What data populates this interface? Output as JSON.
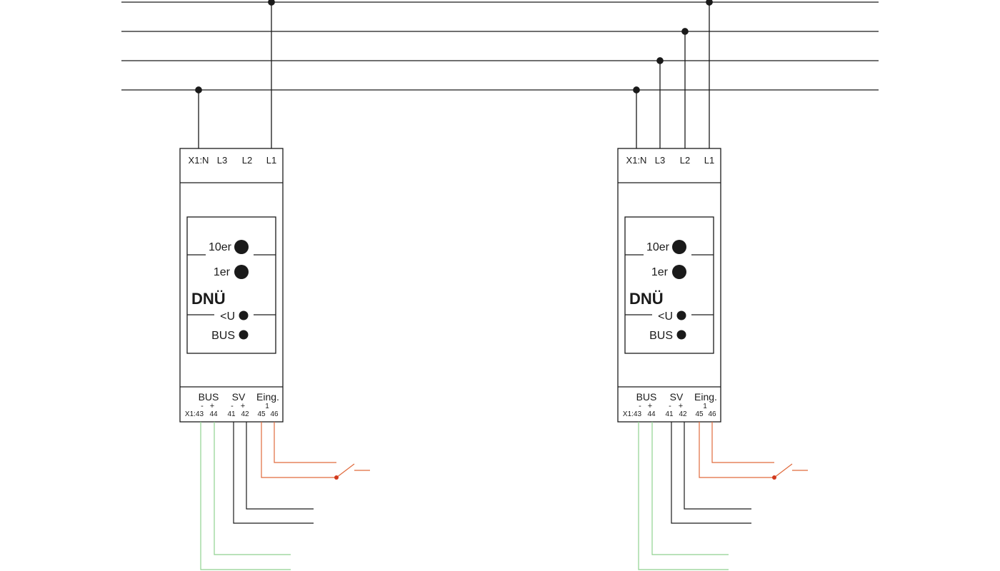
{
  "colors": {
    "line": "#1a1a1a",
    "bus": "#8fd18f",
    "input": "#e06a3c",
    "input_dot": "#d23a1e",
    "background": "#ffffff"
  },
  "devices": [
    {
      "top_terminals": [
        "X1:N",
        "L3",
        "L2",
        "L1"
      ],
      "led_10": "10er",
      "led_1": "1er",
      "name": "DNÜ",
      "led_u": "<U",
      "led_bus": "BUS",
      "bottom": {
        "bus": "BUS",
        "sv": "SV",
        "eing": "Eing.",
        "minus1": "-",
        "plus1": "+",
        "minus2": "-",
        "plus2": "+",
        "one": "1",
        "t43": "X1:43",
        "t44": "44",
        "t41": "41",
        "t42": "42",
        "t45": "45",
        "t46": "46"
      }
    },
    {
      "top_terminals": [
        "X1:N",
        "L3",
        "L2",
        "L1"
      ],
      "led_10": "10er",
      "led_1": "1er",
      "name": "DNÜ",
      "led_u": "<U",
      "led_bus": "BUS",
      "bottom": {
        "bus": "BUS",
        "sv": "SV",
        "eing": "Eing.",
        "minus1": "-",
        "plus1": "+",
        "minus2": "-",
        "plus2": "+",
        "one": "1",
        "t43": "X1:43",
        "t44": "44",
        "t41": "41",
        "t42": "42",
        "t45": "45",
        "t46": "46"
      }
    }
  ]
}
